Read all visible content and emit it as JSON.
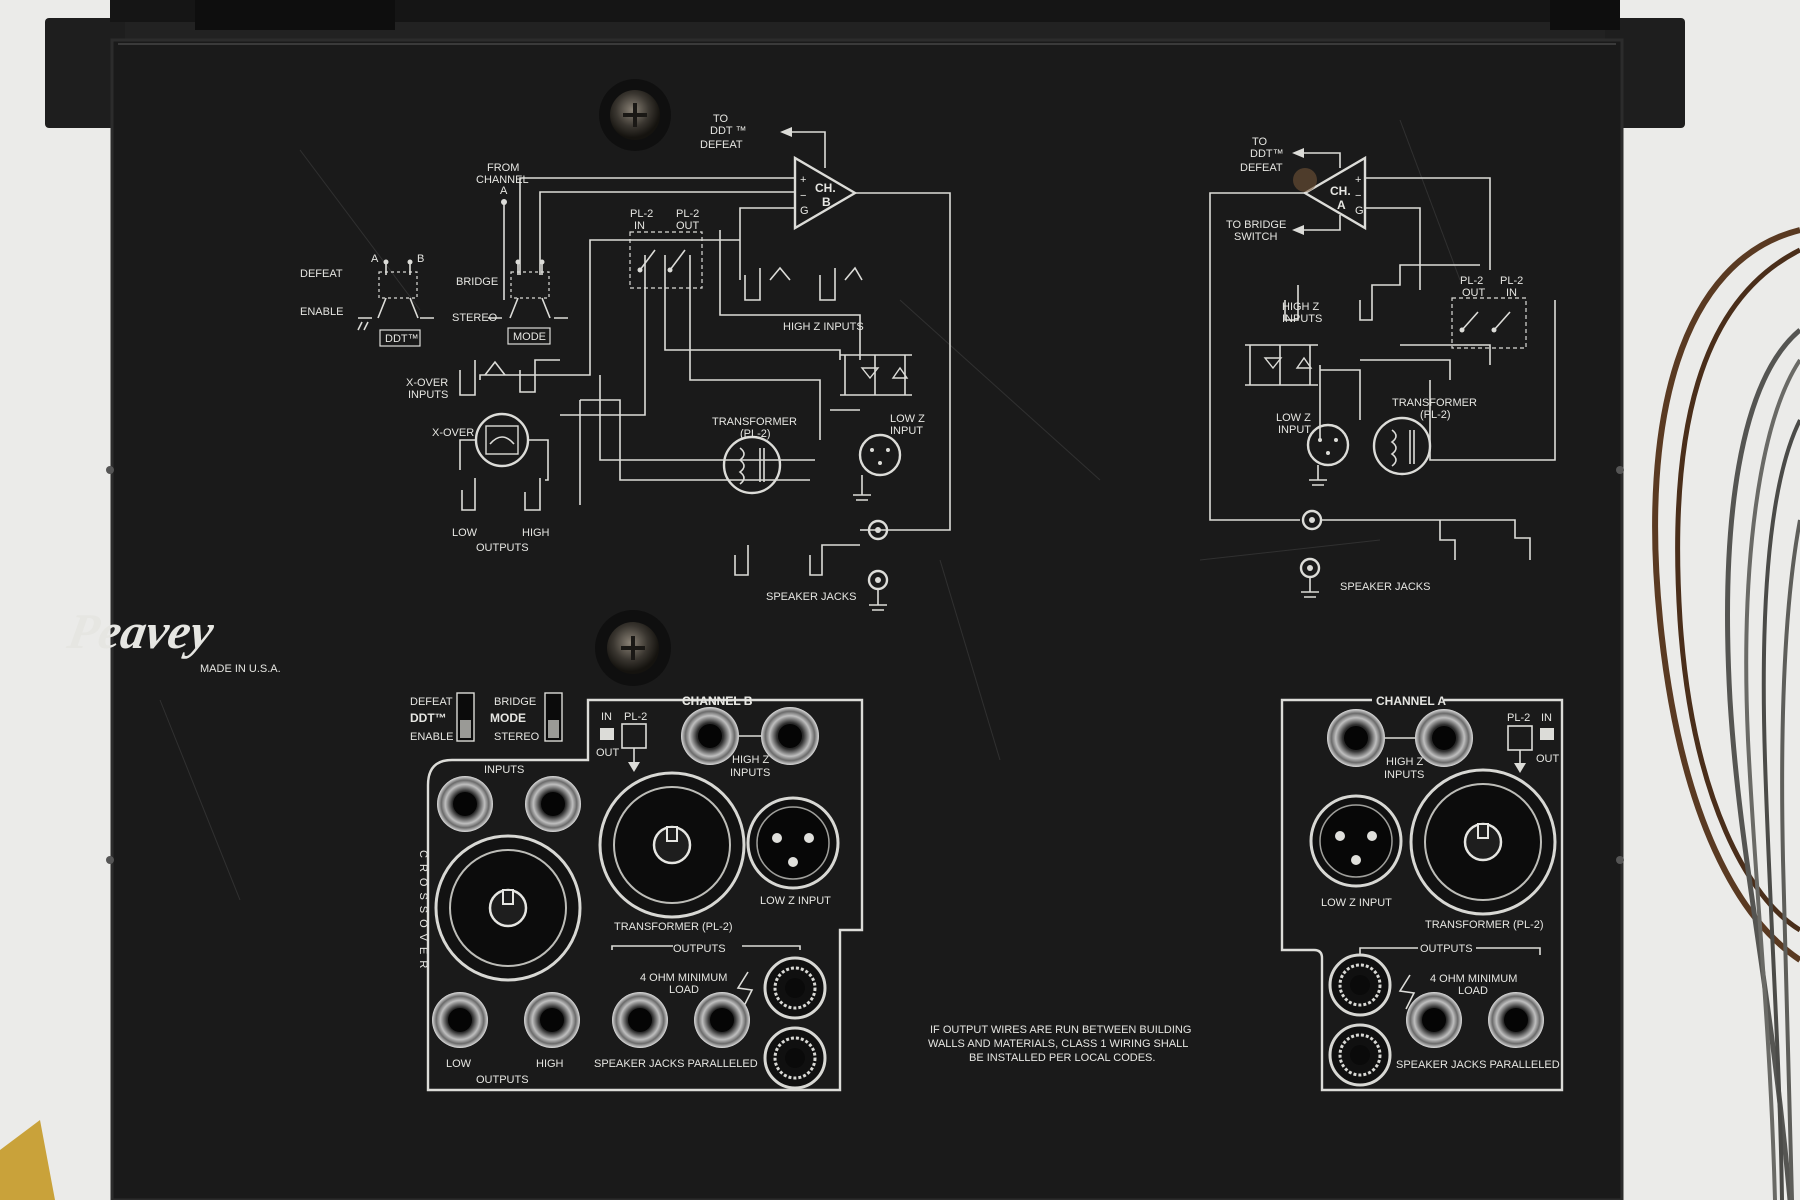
{
  "brand": {
    "logo": "Peavey",
    "made_in": "MADE IN U.S.A."
  },
  "schematic_b": {
    "to_ddt_defeat": [
      "TO",
      "DDT ™",
      "DEFEAT"
    ],
    "from_channel_a": [
      "FROM",
      "CHANNEL",
      "A"
    ],
    "channel": [
      "CH.",
      "B"
    ],
    "defeat": "DEFEAT",
    "enable": "ENABLE",
    "a": "A",
    "b": "B",
    "bridge": "BRIDGE",
    "stereo": "STEREO",
    "ddt_box": "DDT™",
    "mode_box": "MODE",
    "pl2_in": [
      "PL-2",
      "IN"
    ],
    "pl2_out": [
      "PL-2",
      "OUT"
    ],
    "high_z_inputs": "HIGH Z INPUTS",
    "xover_inputs": [
      "X-OVER",
      "INPUTS"
    ],
    "xover": "X-OVER",
    "transformer": [
      "TRANSFORMER",
      "(PL-2)"
    ],
    "low_z_input": [
      "LOW Z",
      "INPUT"
    ],
    "low": "LOW",
    "high": "HIGH",
    "outputs": "OUTPUTS",
    "speaker_jacks": "SPEAKER JACKS"
  },
  "schematic_a": {
    "to_ddt_defeat": [
      "TO",
      "DDT™",
      "DEFEAT"
    ],
    "channel": [
      "CH.",
      "A"
    ],
    "to_bridge_switch": [
      "TO BRIDGE",
      "SWITCH"
    ],
    "high_z_inputs": [
      "HIGH Z",
      "INPUTS"
    ],
    "pl2_out": [
      "PL-2",
      "OUT"
    ],
    "pl2_in": [
      "PL-2",
      "IN"
    ],
    "low_z_input": [
      "LOW Z",
      "INPUT"
    ],
    "transformer": [
      "TRANSFORMER",
      "(PL-2)"
    ],
    "speaker_jacks": "SPEAKER JACKS"
  },
  "panel_b": {
    "ddt_switch": {
      "top": "DEFEAT",
      "name": "DDT™",
      "bottom": "ENABLE"
    },
    "mode_switch": {
      "top": "BRIDGE",
      "name": "MODE",
      "bottom": "STEREO"
    },
    "channel_label": "CHANNEL B",
    "pl2_in": "IN",
    "pl2_label": "PL-2",
    "pl2_out": "OUT",
    "high_z_inputs": [
      "HIGH Z",
      "INPUTS"
    ],
    "inputs": "INPUTS",
    "crossover": "CROSSOVER",
    "transformer": "TRANSFORMER (PL-2)",
    "low_z_input": "LOW Z INPUT",
    "outputs_header": "OUTPUTS",
    "min_load": [
      "4 OHM MINIMUM",
      "LOAD"
    ],
    "low": "LOW",
    "high": "HIGH",
    "outputs": "OUTPUTS",
    "speaker_jacks": "SPEAKER JACKS PARALLELED"
  },
  "panel_a": {
    "channel_label": "CHANNEL A",
    "pl2_label": "PL-2",
    "pl2_in": "IN",
    "pl2_out": "OUT",
    "high_z_inputs": [
      "HIGH Z",
      "INPUTS"
    ],
    "low_z_input": "LOW Z INPUT",
    "transformer": "TRANSFORMER (PL-2)",
    "outputs_header": "OUTPUTS",
    "min_load": [
      "4 OHM MINIMUM",
      "LOAD"
    ],
    "speaker_jacks": "SPEAKER JACKS PARALLELED"
  },
  "warning": [
    "IF OUTPUT WIRES ARE RUN BETWEEN BUILDING",
    "WALLS AND MATERIALS, CLASS 1 WIRING SHALL",
    "BE INSTALLED PER LOCAL CODES."
  ],
  "colors": {
    "wall": "#e9e9e7",
    "chassis": "#191919",
    "print": "#e6e6e2",
    "cable": "#5a3a22"
  }
}
